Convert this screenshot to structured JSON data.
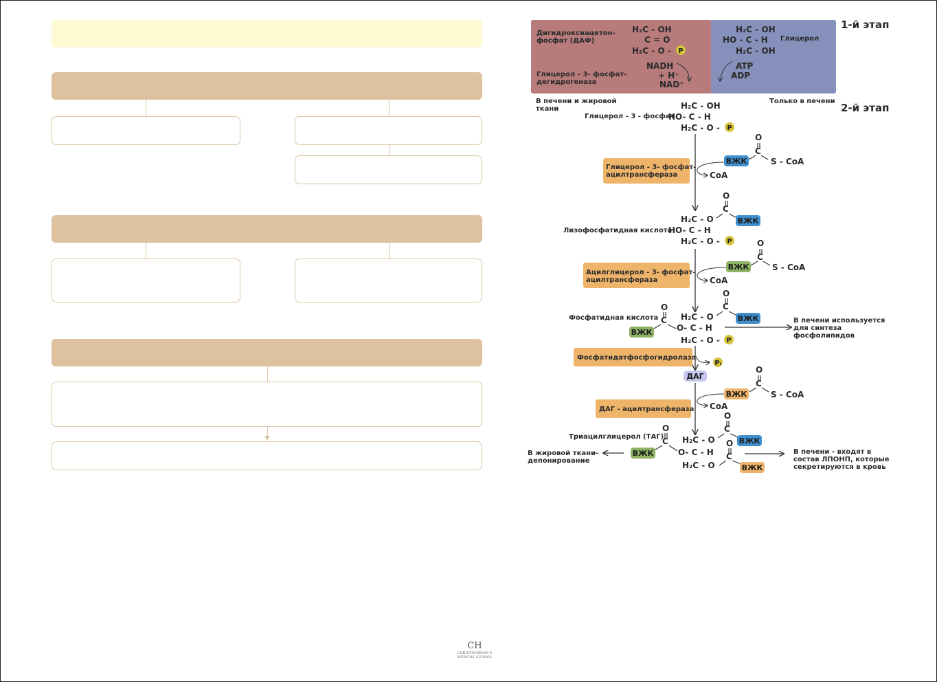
{
  "stage1": {
    "title": "1-й этап",
    "dap_name_line1": "Дигидроксиацетон-",
    "dap_name_line2": "фосфат (ДАФ)",
    "dap_c1": "H₂C - OH",
    "dap_c2": "C = O",
    "dap_c3": "H₂C - O -",
    "enzyme_line1": "Глицерол - 3- фосфат-",
    "enzyme_line2": "дегидрогеназа",
    "nadh": "NADH",
    "h_plus": "+ H⁺",
    "nad": "NAD⁺",
    "glycerol_c1": "H₂C - OH",
    "glycerol_c2": "HO - C - H",
    "glycerol_c3": "H₂C - OH",
    "glycerol_name": "Глицерол",
    "atp": "ATP",
    "adp": "ADP",
    "left_location_line1": "В печени и жировой",
    "left_location_line2": "ткани",
    "right_location": "Только в печени",
    "colors": {
      "left_panel": "#b77b7c",
      "right_panel": "#8591bb"
    }
  },
  "stage2": {
    "title": "2-й этап",
    "g3p_name": "Глицерол - 3 - фосфат",
    "g3p_c1": "H₂C - OH",
    "g3p_c2": "HO- C - H",
    "g3p_c3": "H₂C - O -",
    "enzyme1_line1": "Глицерол - 3- фосфат-",
    "enzyme1_line2": "ацилтрансфераза",
    "lpa_name": "Лизофосфатидная кислота",
    "lpa_c1": "H₂C - O",
    "lpa_c2": "HO- C - H",
    "lpa_c3": "H₂C - O -",
    "enzyme2_line1": "Ацилглицерол - 3- фосфат-",
    "enzyme2_line2": "ацилтрансфераза",
    "pa_name": "Фосфатидная кислота",
    "pa_c1": "H₂C - O",
    "pa_c2": "O- C - H",
    "pa_c3": "H₂C - O -",
    "pa_out_line1": "В печени используется",
    "pa_out_line2": "для синтеза",
    "pa_out_line3": "фосфолипидов",
    "enzyme3": "Фосфатидатфосфогидролаза",
    "pi": "Pᵢ",
    "dag": "ДАГ",
    "enzyme4": "ДАГ - ацилтрансфераза",
    "tag_name": "Триацилглицерол (ТАГ)",
    "tag_c1": "H₂C - O",
    "tag_c2": "O- C - H",
    "tag_c3": "H₂C - O",
    "tag_left_line1": "В жировой ткани-",
    "tag_left_line2": "депонирование",
    "tag_right_line1": "В печени - входят в",
    "tag_right_line2": "состав ЛПОНП, которые",
    "tag_right_line3": "секретируются в кровь"
  },
  "common": {
    "fatty_acid": "ВЖК",
    "phosphate": "P",
    "coa": "CoA",
    "s_coa": "S - CoA",
    "oxygen": "O",
    "carbon": "C",
    "colors": {
      "enzyme_box": "#eeb46a",
      "fa_blue": "#3f8fcf",
      "fa_green": "#8fb265",
      "fa_orange": "#eeb46a",
      "phosphate": "#d6c53a",
      "dag": "#c4c6ee",
      "worksheet_title": "#fdf9d2",
      "worksheet_section": "#dec19e",
      "worksheet_line": "#dcc5a6"
    }
  },
  "logo": {
    "mark": "CH",
    "line1": "CHRISTOVSKAYA'S",
    "line2": "MEDICAL SCHOOL"
  }
}
